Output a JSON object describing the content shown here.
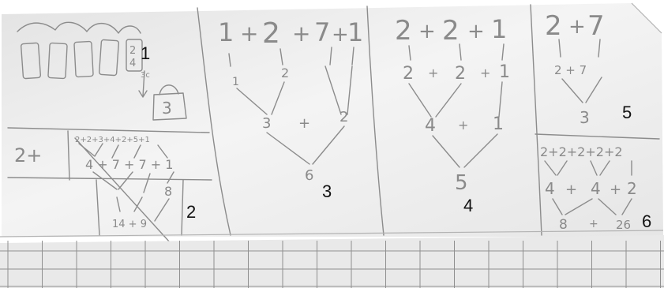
{
  "colors": {
    "paper": "#f2f2f2",
    "pencil": "#8a8a8a",
    "label_ink": "#111111",
    "grid": "#8f8f8f"
  },
  "labels": [
    "1",
    "2",
    "3",
    "4",
    "5",
    "6"
  ],
  "panel1": {
    "block_top": "2",
    "block_bottom": "4",
    "arrow_note": "3c",
    "bag_value": "3"
  },
  "panel2": {
    "left_expr": "2+",
    "top_sum": "2+2+3+4+2+5+1",
    "mid_sum": "4 + 7 + 7 + 1",
    "right_node": "8",
    "bottom_sum": "14 + 9"
  },
  "panel3": {
    "top_expr": [
      "1",
      "+",
      "2",
      "+",
      "7",
      "+",
      "1"
    ],
    "row2": [
      "1",
      "2"
    ],
    "row3": [
      "3",
      "+",
      "2"
    ],
    "result": "6"
  },
  "panel4": {
    "top_expr": [
      "2",
      "+",
      "2",
      "+",
      "1"
    ],
    "row2": [
      "2",
      "+",
      "2",
      "+",
      "1"
    ],
    "row3": [
      "4",
      "+",
      "1"
    ],
    "result": "5"
  },
  "panel5": {
    "top_expr": [
      "2",
      "+",
      "7"
    ],
    "row2": "2 + 7",
    "result": "3"
  },
  "panel6": {
    "top_expr": "2+2+2+2+2",
    "row2": [
      "4",
      "+",
      "4",
      "+",
      "2"
    ],
    "row3": [
      "8",
      "+",
      "26"
    ]
  }
}
